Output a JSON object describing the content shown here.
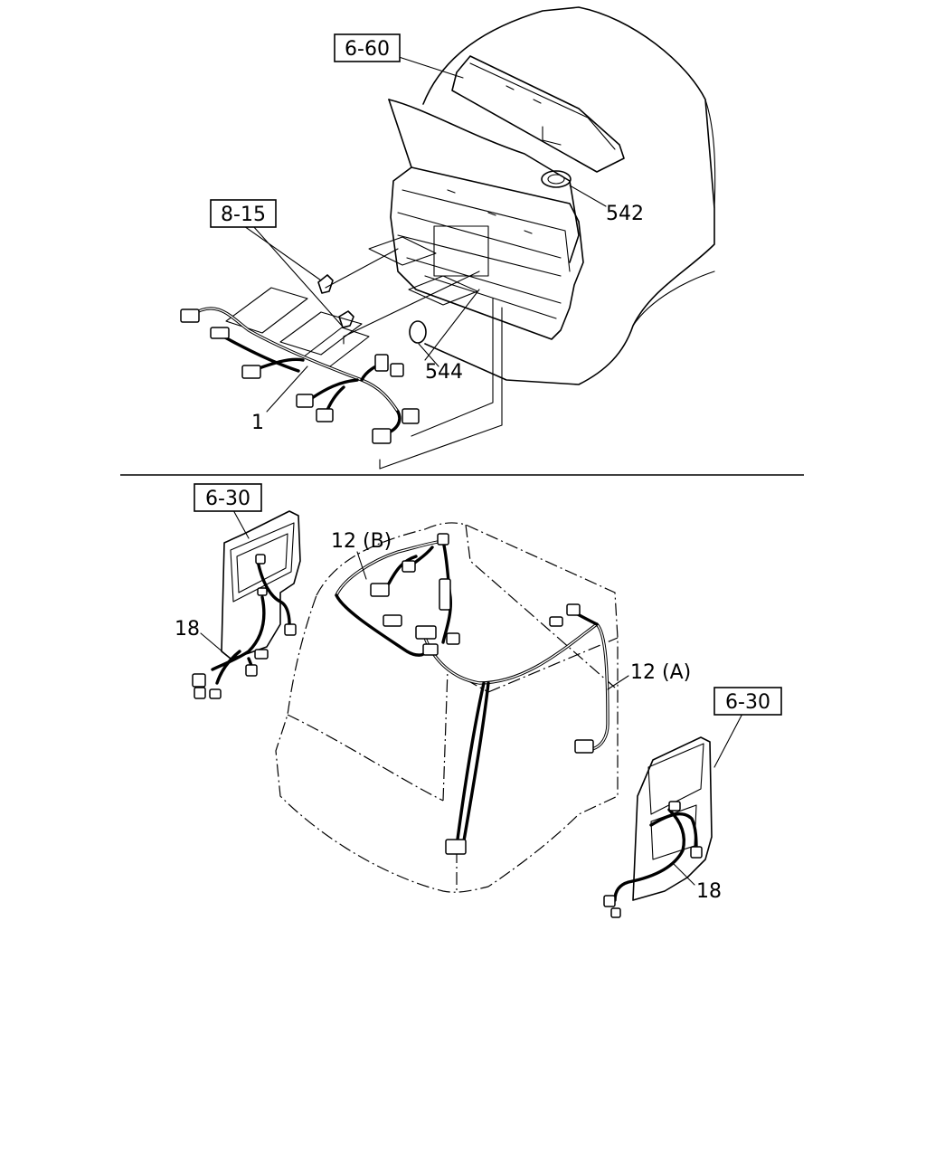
{
  "diagram": {
    "top_section": {
      "ref_boxes": {
        "upper": "6-60",
        "left": "8-15"
      },
      "callouts": {
        "grommet_top": "542",
        "grommet_bottom": "544",
        "main_harness": "1"
      }
    },
    "bottom_section": {
      "ref_boxes": {
        "left_door": "6-30",
        "right_door": "6-30"
      },
      "callouts": {
        "roof_harness_b": "12 (B)",
        "roof_harness_a": "12 (A)",
        "left_door_harness": "18",
        "right_door_harness": "18"
      }
    }
  }
}
